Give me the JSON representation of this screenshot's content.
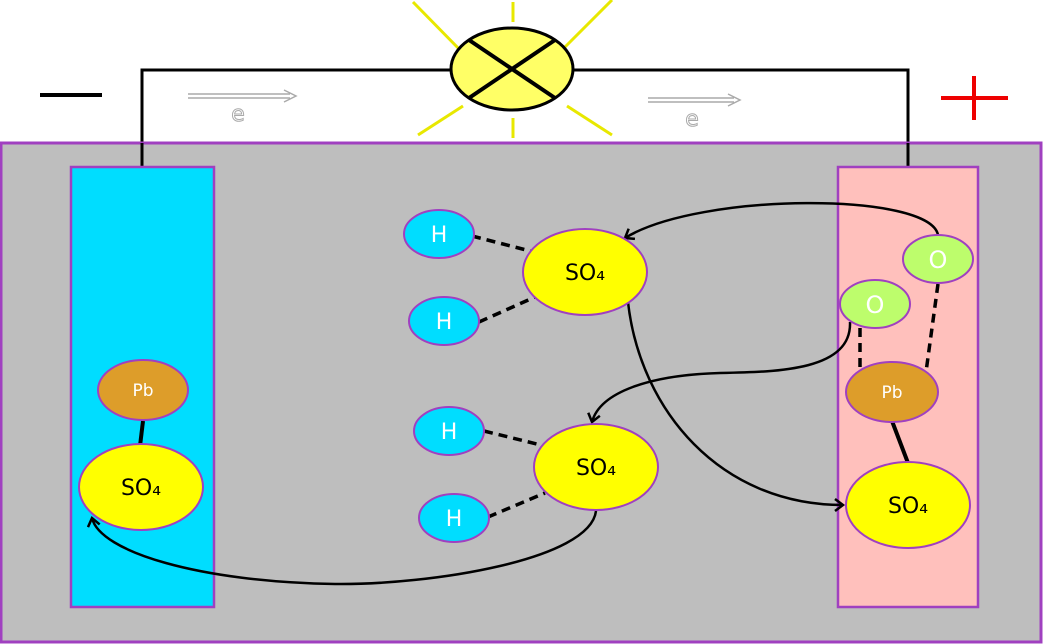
{
  "title_labels": {
    "negative_sign": "−",
    "positive_sign": "+",
    "electron_left": "e",
    "electron_right": "e"
  },
  "solution": {
    "upper_pair": {
      "h1": "H",
      "h2": "H",
      "ion": "SO₄"
    },
    "lower_pair": {
      "h1": "H",
      "h2": "H",
      "ion": "SO₄"
    }
  },
  "negative_electrode": {
    "metal": "Pb",
    "ion": "SO₄"
  },
  "positive_electrode": {
    "o1": "O",
    "o2": "O",
    "metal": "Pb",
    "ion": "SO₄"
  },
  "colors": {
    "tank": "#bebebe",
    "border": "#a040c0",
    "negative_plate": "#00ddff",
    "positive_plate": "#ffc0bc",
    "hydrogen": "#00ddff",
    "sulfate": "#ffff00",
    "lead": "#dd9d2a",
    "oxygen": "#bdfd6c",
    "lamp": "#ffff66",
    "plus": "#ee0000"
  }
}
